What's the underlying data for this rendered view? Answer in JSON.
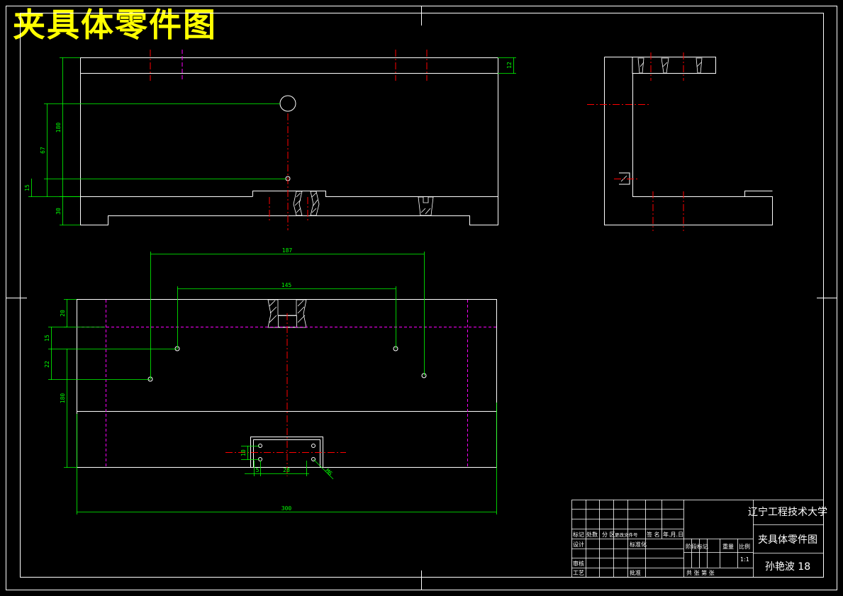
{
  "title": "夹具体零件图",
  "colors": {
    "background": "#000000",
    "outline": "#ffffff",
    "dimension": "#00ff00",
    "center_line": "#ff0000",
    "hidden_line": "#ff00ff",
    "title": "#ffff00"
  },
  "front_view": {
    "dims": {
      "top_thickness": "12",
      "h180": "180",
      "h67": "67",
      "h15": "15",
      "h30": "30"
    }
  },
  "plan_view": {
    "dims": {
      "span_outer": "187",
      "span_inner": "145",
      "v20": "20",
      "v15": "15",
      "v22": "22",
      "v180": "180",
      "total_width": "300",
      "v10": "10",
      "h5": "5",
      "h28": "28",
      "thread": "M6"
    }
  },
  "title_block": {
    "school": "辽宁工程技术大学",
    "drawing_name": "夹具体零件图",
    "author": "孙艳波 18",
    "scale": "1:1",
    "labels": {
      "mark": "标记",
      "count": "处数",
      "zone": "分 区",
      "change_doc": "更改文件号",
      "signature": "签 名",
      "date": "年.月.日",
      "design": "设计",
      "standardize": "标准化",
      "stage_mark": "阶段标记",
      "weight": "重量",
      "ratio": "比例",
      "review": "审核",
      "process": "工艺",
      "approve": "批准",
      "sheets": "共  张  第  张"
    }
  }
}
